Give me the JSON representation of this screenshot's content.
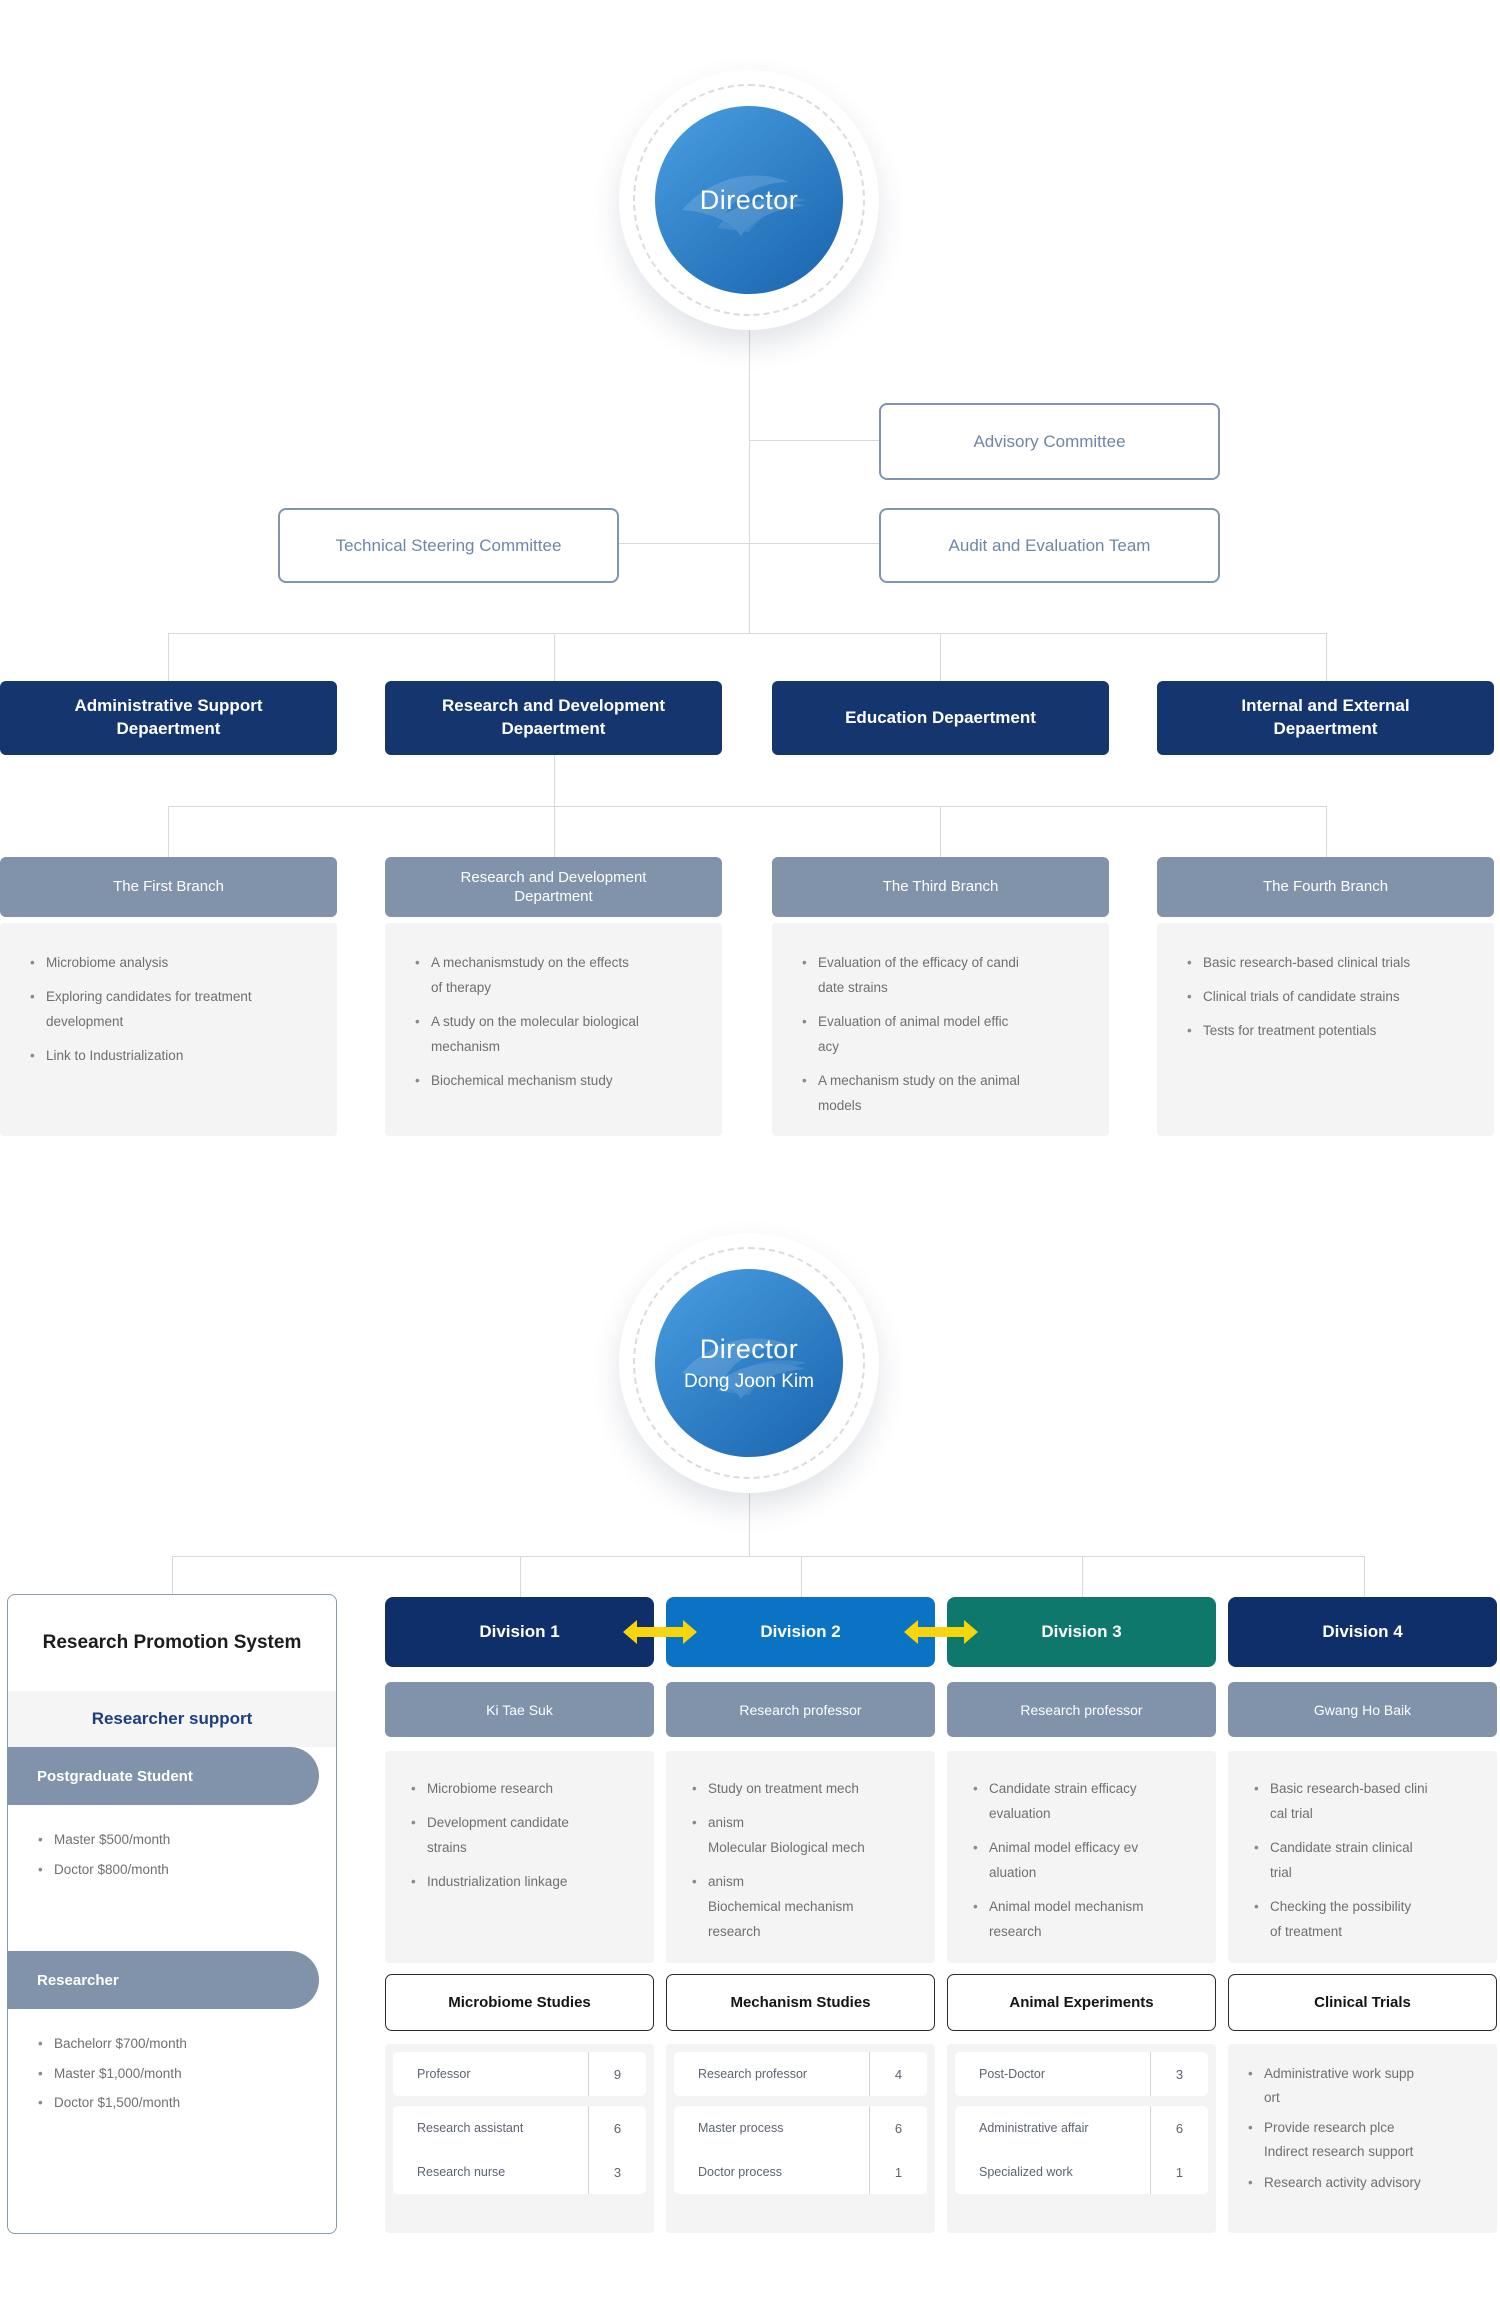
{
  "colors": {
    "navy": "#14356e",
    "division_navy": "#0e2f69",
    "division2_blue": "#0a73c4",
    "division3_teal": "#0f786c",
    "slate_header": "#8093ab",
    "content_gray": "#f4f4f5",
    "connector_gray": "#d9d9d9",
    "arrow_yellow": "#f6d60a",
    "circle_gradient_start": "#479cdf",
    "circle_gradient_end": "#1b66b0",
    "committee_text": "#6e87a6"
  },
  "top": {
    "director_label": "Director",
    "committees": [
      {
        "label": "Advisory Committee"
      },
      {
        "label": "Technical Steering Committee"
      },
      {
        "label": "Audit and Evaluation Team"
      }
    ],
    "departments": [
      {
        "title": "Administrative Support\nDepaertment",
        "branch": "The First Branch",
        "items": [
          "Microbiome analysis",
          "Exploring candidates for treatment\ndevelopment",
          "Link to Industrialization"
        ]
      },
      {
        "title": "Research and Development\nDepaertment",
        "branch": "Research and Development\nDepartment",
        "items": [
          "A mechanismstudy on the effects\nof therapy",
          "A study on the molecular biological\nmechanism",
          "Biochemical mechanism study"
        ]
      },
      {
        "title": "Education Depaertment",
        "branch": "The Third Branch",
        "items": [
          "Evaluation of the efficacy of candi\ndate strains",
          "Evaluation of animal model effic\nacy",
          "A mechanism study on the animal\nmodels"
        ]
      },
      {
        "title": "Internal and External\nDepaertment",
        "branch": "The Fourth Branch",
        "items": [
          "Basic research-based clinical trials",
          "Clinical trials of candidate strains",
          "Tests for treatment potentials"
        ]
      }
    ]
  },
  "bottom": {
    "director_label": "Director",
    "director_name": "Dong Joon Kim",
    "promotion_panel": {
      "title": "Research Promotion System",
      "subtitle": "Researcher support",
      "groups": [
        {
          "label": "Postgraduate Student",
          "items": [
            "Master $500/month",
            "Doctor $800/month"
          ]
        },
        {
          "label": "Researcher",
          "items": [
            "Bachelorr $700/month",
            "Master $1,000/month",
            "Doctor $1,500/month"
          ]
        }
      ]
    },
    "divisions": [
      {
        "title": "Division 1",
        "color": "#0e2f69",
        "head": "Ki Tae Suk",
        "items": [
          "Microbiome research",
          "Development candidate\nstrains",
          "Industrialization linkage"
        ],
        "study": "Microbiome Studies",
        "staff_cards": [
          [
            {
              "role": "Professor",
              "count": "9"
            }
          ],
          [
            {
              "role": "Research assistant",
              "count": "6"
            },
            {
              "role": "Research nurse",
              "count": "3"
            }
          ]
        ]
      },
      {
        "title": "Division 2",
        "color": "#0a73c4",
        "head": "Research professor",
        "items": [
          "Study on treatment mech",
          "anism\nMolecular Biological mech",
          "anism\nBiochemical mechanism\nresearch"
        ],
        "study": "Mechanism Studies",
        "staff_cards": [
          [
            {
              "role": "Research professor",
              "count": "4"
            }
          ],
          [
            {
              "role": "Master process",
              "count": "6"
            },
            {
              "role": "Doctor process",
              "count": "1"
            }
          ]
        ]
      },
      {
        "title": "Division 3",
        "color": "#0f786c",
        "head": "Research professor",
        "items": [
          "Candidate strain efficacy\nevaluation",
          "Animal model efficacy ev\naluation",
          "Animal model mechanism\nresearch"
        ],
        "study": "Animal Experiments",
        "staff_cards": [
          [
            {
              "role": "Post-Doctor",
              "count": "3"
            }
          ],
          [
            {
              "role": "Administrative affair",
              "count": "6"
            },
            {
              "role": "Specialized work",
              "count": "1"
            }
          ]
        ]
      },
      {
        "title": "Division 4",
        "color": "#0e2f69",
        "head": "Gwang Ho Baik",
        "items": [
          "Basic research-based clini\ncal trial",
          "Candidate strain clinical\ntrial",
          "Checking the possibility\nof treatment"
        ],
        "study": "Clinical Trials",
        "support_items": [
          "Administrative work supp\nort",
          "Provide research plce\nIndirect research support",
          "Research activity advisory"
        ]
      }
    ]
  }
}
